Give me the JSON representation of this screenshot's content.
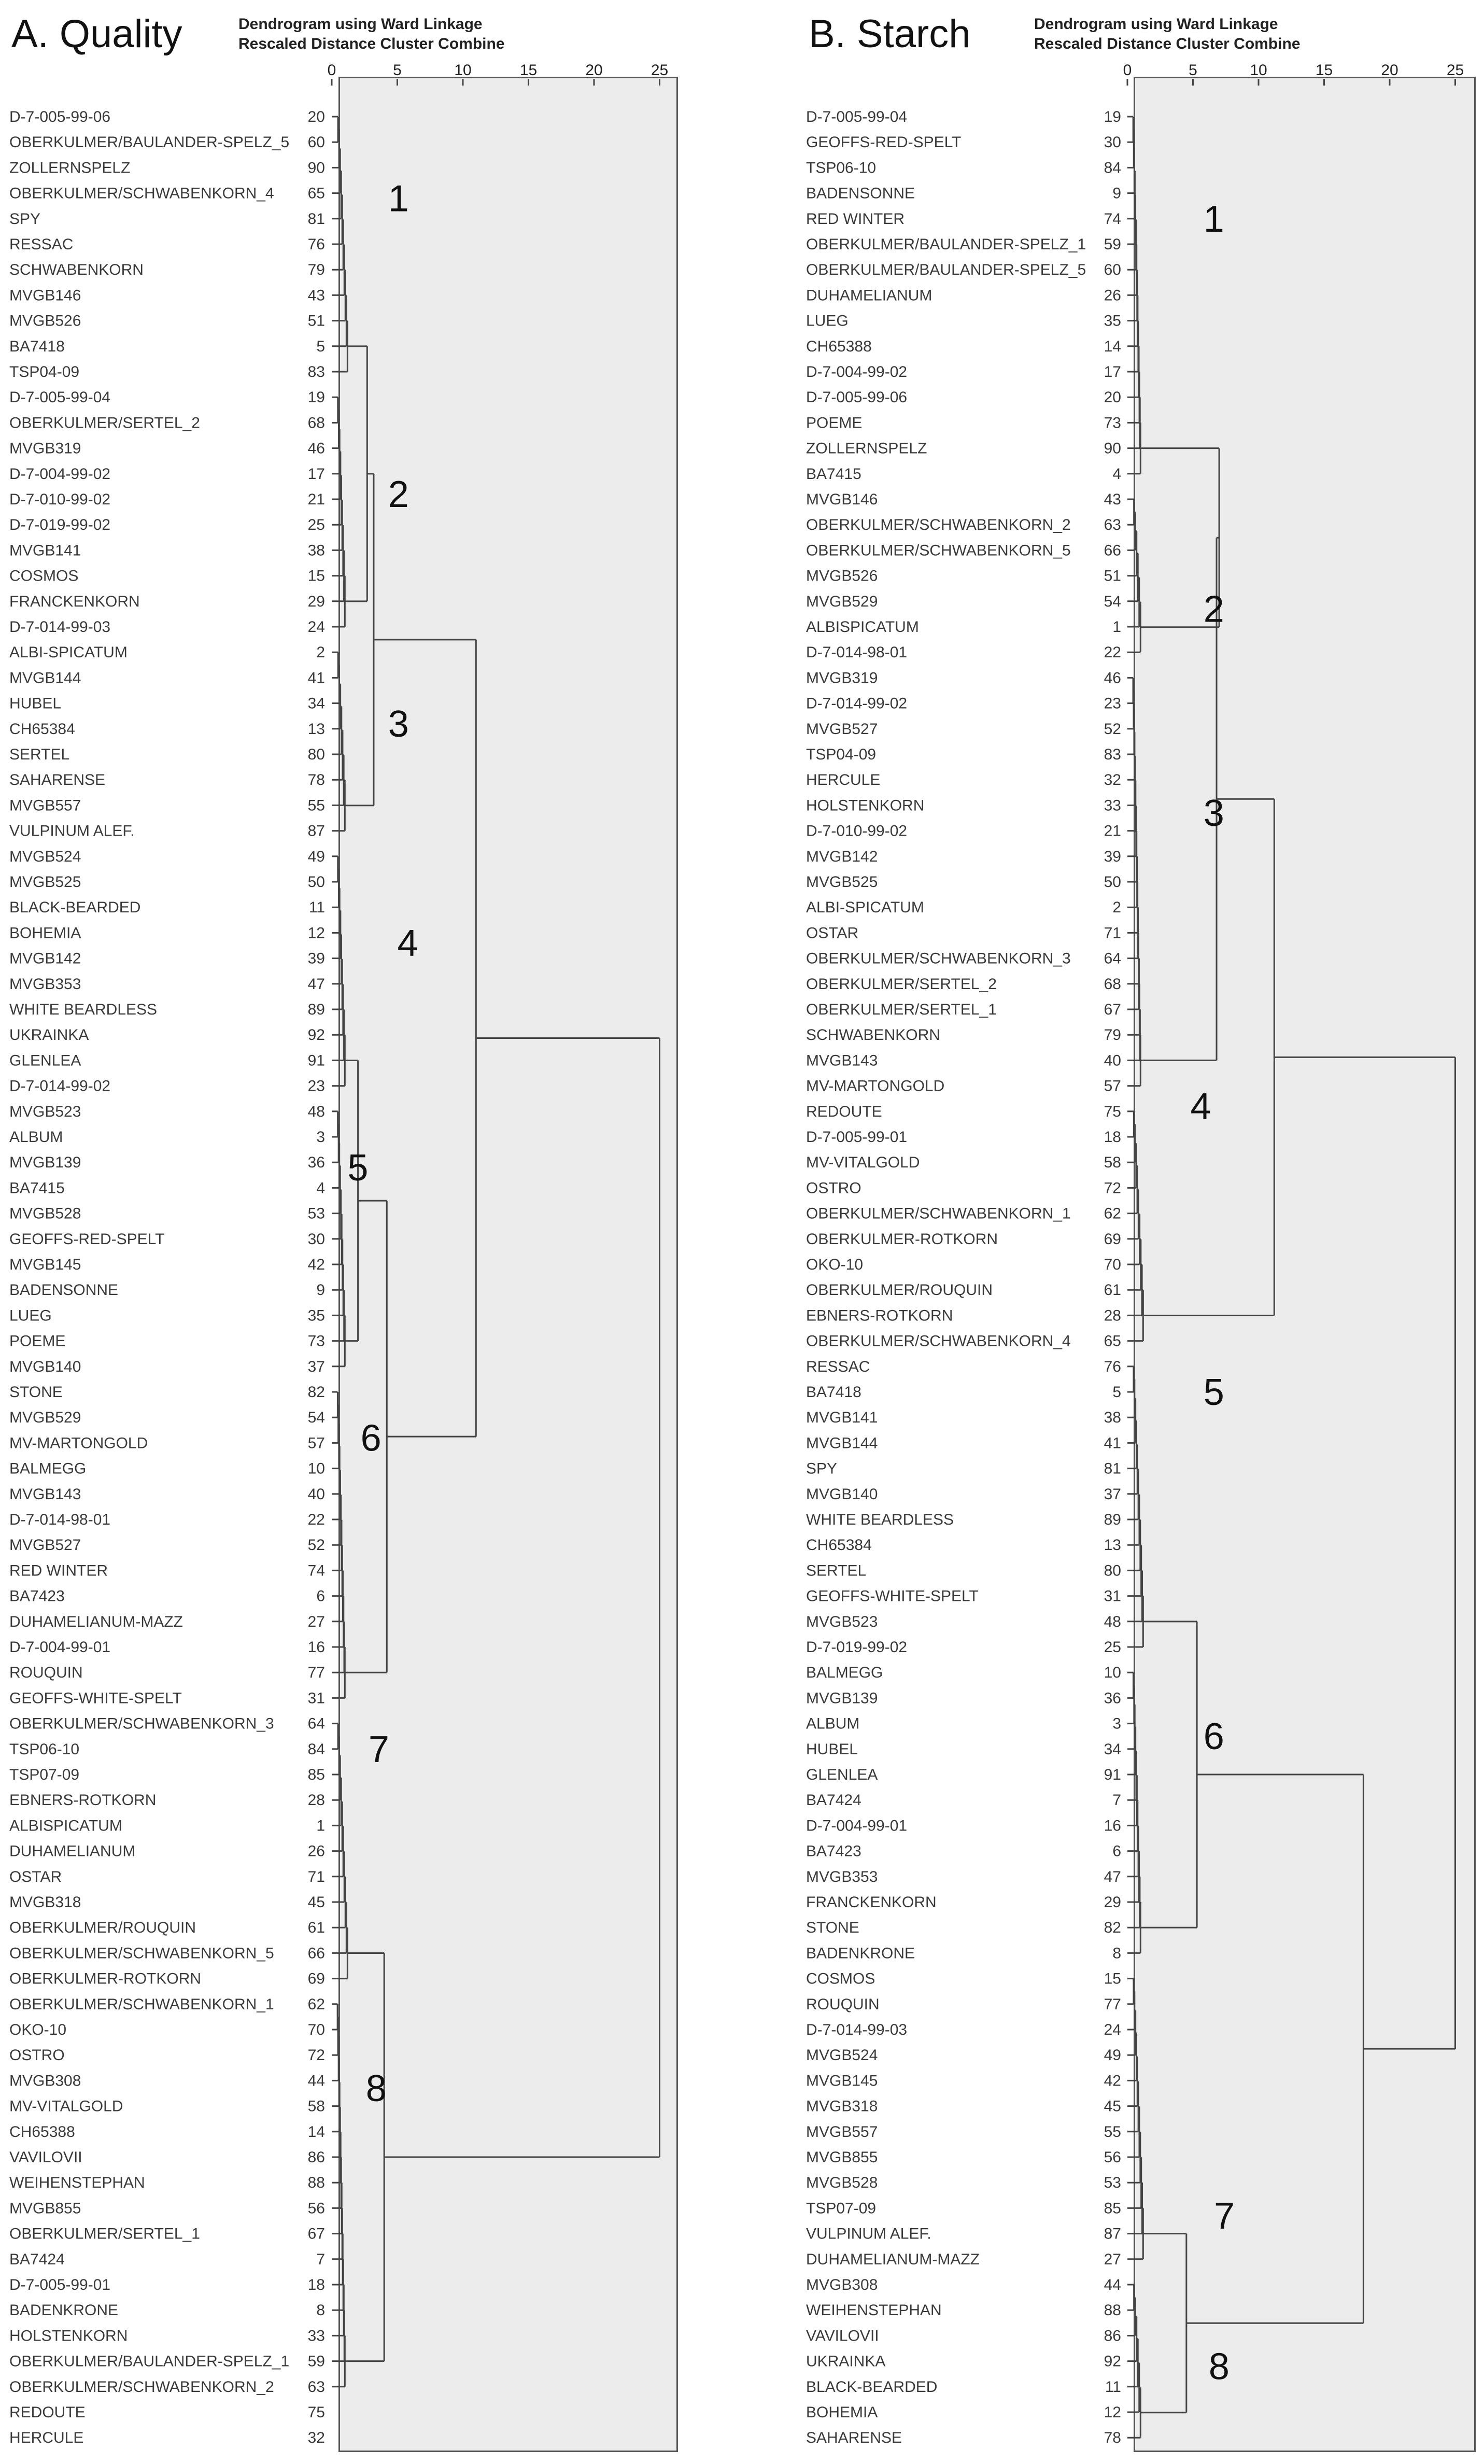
{
  "axis_title_line1": "Dendrogram using Ward Linkage",
  "axis_title_line2": "Rescaled Distance Cluster Combine",
  "ticks": [
    "0",
    "5",
    "10",
    "15",
    "20",
    "25"
  ],
  "panels": [
    {
      "title": "A. Quality",
      "leaves": [
        [
          "D-7-005-99-06",
          "20"
        ],
        [
          "OBERKULMER/BAULANDER-SPELZ_5",
          "60"
        ],
        [
          "ZOLLERNSPELZ",
          "90"
        ],
        [
          "OBERKULMER/SCHWABENKORN_4",
          "65"
        ],
        [
          "SPY",
          "81"
        ],
        [
          "RESSAC",
          "76"
        ],
        [
          "SCHWABENKORN",
          "79"
        ],
        [
          "MVGB146",
          "43"
        ],
        [
          "MVGB526",
          "51"
        ],
        [
          "BA7418",
          "5"
        ],
        [
          "TSP04-09",
          "83"
        ],
        [
          "D-7-005-99-04",
          "19"
        ],
        [
          "OBERKULMER/SERTEL_2",
          "68"
        ],
        [
          "MVGB319",
          "46"
        ],
        [
          "D-7-004-99-02",
          "17"
        ],
        [
          "D-7-010-99-02",
          "21"
        ],
        [
          "D-7-019-99-02",
          "25"
        ],
        [
          "MVGB141",
          "38"
        ],
        [
          "COSMOS",
          "15"
        ],
        [
          "FRANCKENKORN",
          "29"
        ],
        [
          "D-7-014-99-03",
          "24"
        ],
        [
          "ALBI-SPICATUM",
          "2"
        ],
        [
          "MVGB144",
          "41"
        ],
        [
          "HUBEL",
          "34"
        ],
        [
          "CH65384",
          "13"
        ],
        [
          "SERTEL",
          "80"
        ],
        [
          "SAHARENSE",
          "78"
        ],
        [
          "MVGB557",
          "55"
        ],
        [
          "VULPINUM ALEF.",
          "87"
        ],
        [
          "MVGB524",
          "49"
        ],
        [
          "MVGB525",
          "50"
        ],
        [
          "BLACK-BEARDED",
          "11"
        ],
        [
          "BOHEMIA",
          "12"
        ],
        [
          "MVGB142",
          "39"
        ],
        [
          "MVGB353",
          "47"
        ],
        [
          "WHITE BEARDLESS",
          "89"
        ],
        [
          "UKRAINKA",
          "92"
        ],
        [
          "GLENLEA",
          "91"
        ],
        [
          "D-7-014-99-02",
          "23"
        ],
        [
          "MVGB523",
          "48"
        ],
        [
          "ALBUM",
          "3"
        ],
        [
          "MVGB139",
          "36"
        ],
        [
          "BA7415",
          "4"
        ],
        [
          "MVGB528",
          "53"
        ],
        [
          "GEOFFS-RED-SPELT",
          "30"
        ],
        [
          "MVGB145",
          "42"
        ],
        [
          "BADENSONNE",
          "9"
        ],
        [
          "LUEG",
          "35"
        ],
        [
          "POEME",
          "73"
        ],
        [
          "MVGB140",
          "37"
        ],
        [
          "STONE",
          "82"
        ],
        [
          "MVGB529",
          "54"
        ],
        [
          "MV-MARTONGOLD",
          "57"
        ],
        [
          "BALMEGG",
          "10"
        ],
        [
          "MVGB143",
          "40"
        ],
        [
          "D-7-014-98-01",
          "22"
        ],
        [
          "MVGB527",
          "52"
        ],
        [
          "RED WINTER",
          "74"
        ],
        [
          "BA7423",
          "6"
        ],
        [
          "DUHAMELIANUM-MAZZ",
          "27"
        ],
        [
          "D-7-004-99-01",
          "16"
        ],
        [
          "ROUQUIN",
          "77"
        ],
        [
          "GEOFFS-WHITE-SPELT",
          "31"
        ],
        [
          "OBERKULMER/SCHWABENKORN_3",
          "64"
        ],
        [
          "TSP06-10",
          "84"
        ],
        [
          "TSP07-09",
          "85"
        ],
        [
          "EBNERS-ROTKORN",
          "28"
        ],
        [
          "ALBISPICATUM",
          "1"
        ],
        [
          "DUHAMELIANUM",
          "26"
        ],
        [
          "OSTAR",
          "71"
        ],
        [
          "MVGB318",
          "45"
        ],
        [
          "OBERKULMER/ROUQUIN",
          "61"
        ],
        [
          "OBERKULMER/SCHWABENKORN_5",
          "66"
        ],
        [
          "OBERKULMER-ROTKORN",
          "69"
        ],
        [
          "OBERKULMER/SCHWABENKORN_1",
          "62"
        ],
        [
          "OKO-10",
          "70"
        ],
        [
          "OSTRO",
          "72"
        ],
        [
          "MVGB308",
          "44"
        ],
        [
          "MV-VITALGOLD",
          "58"
        ],
        [
          "CH65388",
          "14"
        ],
        [
          "VAVILOVII",
          "86"
        ],
        [
          "WEIHENSTEPHAN",
          "88"
        ],
        [
          "MVGB855",
          "56"
        ],
        [
          "OBERKULMER/SERTEL_1",
          "67"
        ],
        [
          "BA7424",
          "7"
        ],
        [
          "D-7-005-99-01",
          "18"
        ],
        [
          "BADENKRONE",
          "8"
        ],
        [
          "HOLSTENKORN",
          "33"
        ],
        [
          "OBERKULMER/BAULANDER-SPELZ_1",
          "59"
        ],
        [
          "OBERKULMER/SCHWABENKORN_2",
          "63"
        ],
        [
          "REDOUTE",
          "75"
        ],
        [
          "HERCULE",
          "32"
        ]
      ],
      "cluster_labels": [
        "1",
        "2",
        "3",
        "4",
        "5",
        "6",
        "7",
        "8"
      ]
    },
    {
      "title": "B. Starch",
      "leaves": [
        [
          "D-7-005-99-04",
          "19"
        ],
        [
          "GEOFFS-RED-SPELT",
          "30"
        ],
        [
          "TSP06-10",
          "84"
        ],
        [
          "BADENSONNE",
          "9"
        ],
        [
          "RED WINTER",
          "74"
        ],
        [
          "OBERKULMER/BAULANDER-SPELZ_1",
          "59"
        ],
        [
          "OBERKULMER/BAULANDER-SPELZ_5",
          "60"
        ],
        [
          "DUHAMELIANUM",
          "26"
        ],
        [
          "LUEG",
          "35"
        ],
        [
          "CH65388",
          "14"
        ],
        [
          "D-7-004-99-02",
          "17"
        ],
        [
          "D-7-005-99-06",
          "20"
        ],
        [
          "POEME",
          "73"
        ],
        [
          "ZOLLERNSPELZ",
          "90"
        ],
        [
          "BA7415",
          "4"
        ],
        [
          "MVGB146",
          "43"
        ],
        [
          "OBERKULMER/SCHWABENKORN_2",
          "63"
        ],
        [
          "OBERKULMER/SCHWABENKORN_5",
          "66"
        ],
        [
          "MVGB526",
          "51"
        ],
        [
          "MVGB529",
          "54"
        ],
        [
          "ALBISPICATUM",
          "1"
        ],
        [
          "D-7-014-98-01",
          "22"
        ],
        [
          "MVGB319",
          "46"
        ],
        [
          "D-7-014-99-02",
          "23"
        ],
        [
          "MVGB527",
          "52"
        ],
        [
          "TSP04-09",
          "83"
        ],
        [
          "HERCULE",
          "32"
        ],
        [
          "HOLSTENKORN",
          "33"
        ],
        [
          "D-7-010-99-02",
          "21"
        ],
        [
          "MVGB142",
          "39"
        ],
        [
          "MVGB525",
          "50"
        ],
        [
          "ALBI-SPICATUM",
          "2"
        ],
        [
          "OSTAR",
          "71"
        ],
        [
          "OBERKULMER/SCHWABENKORN_3",
          "64"
        ],
        [
          "OBERKULMER/SERTEL_2",
          "68"
        ],
        [
          "OBERKULMER/SERTEL_1",
          "67"
        ],
        [
          "SCHWABENKORN",
          "79"
        ],
        [
          "MVGB143",
          "40"
        ],
        [
          "MV-MARTONGOLD",
          "57"
        ],
        [
          "REDOUTE",
          "75"
        ],
        [
          "D-7-005-99-01",
          "18"
        ],
        [
          "MV-VITALGOLD",
          "58"
        ],
        [
          "OSTRO",
          "72"
        ],
        [
          "OBERKULMER/SCHWABENKORN_1",
          "62"
        ],
        [
          "OBERKULMER-ROTKORN",
          "69"
        ],
        [
          "OKO-10",
          "70"
        ],
        [
          "OBERKULMER/ROUQUIN",
          "61"
        ],
        [
          "EBNERS-ROTKORN",
          "28"
        ],
        [
          "OBERKULMER/SCHWABENKORN_4",
          "65"
        ],
        [
          "RESSAC",
          "76"
        ],
        [
          "BA7418",
          "5"
        ],
        [
          "MVGB141",
          "38"
        ],
        [
          "MVGB144",
          "41"
        ],
        [
          "SPY",
          "81"
        ],
        [
          "MVGB140",
          "37"
        ],
        [
          "WHITE BEARDLESS",
          "89"
        ],
        [
          "CH65384",
          "13"
        ],
        [
          "SERTEL",
          "80"
        ],
        [
          "GEOFFS-WHITE-SPELT",
          "31"
        ],
        [
          "MVGB523",
          "48"
        ],
        [
          "D-7-019-99-02",
          "25"
        ],
        [
          "BALMEGG",
          "10"
        ],
        [
          "MVGB139",
          "36"
        ],
        [
          "ALBUM",
          "3"
        ],
        [
          "HUBEL",
          "34"
        ],
        [
          "GLENLEA",
          "91"
        ],
        [
          "BA7424",
          "7"
        ],
        [
          "D-7-004-99-01",
          "16"
        ],
        [
          "BA7423",
          "6"
        ],
        [
          "MVGB353",
          "47"
        ],
        [
          "FRANCKENKORN",
          "29"
        ],
        [
          "STONE",
          "82"
        ],
        [
          "BADENKRONE",
          "8"
        ],
        [
          "COSMOS",
          "15"
        ],
        [
          "ROUQUIN",
          "77"
        ],
        [
          "D-7-014-99-03",
          "24"
        ],
        [
          "MVGB524",
          "49"
        ],
        [
          "MVGB145",
          "42"
        ],
        [
          "MVGB318",
          "45"
        ],
        [
          "MVGB557",
          "55"
        ],
        [
          "MVGB855",
          "56"
        ],
        [
          "MVGB528",
          "53"
        ],
        [
          "TSP07-09",
          "85"
        ],
        [
          "VULPINUM ALEF.",
          "87"
        ],
        [
          "DUHAMELIANUM-MAZZ",
          "27"
        ],
        [
          "MVGB308",
          "44"
        ],
        [
          "WEIHENSTEPHAN",
          "88"
        ],
        [
          "VAVILOVII",
          "86"
        ],
        [
          "UKRAINKA",
          "92"
        ],
        [
          "BLACK-BEARDED",
          "11"
        ],
        [
          "BOHEMIA",
          "12"
        ],
        [
          "SAHARENSE",
          "78"
        ]
      ],
      "cluster_labels": [
        "1",
        "2",
        "3",
        "4",
        "5",
        "6",
        "7",
        "8"
      ]
    }
  ]
}
